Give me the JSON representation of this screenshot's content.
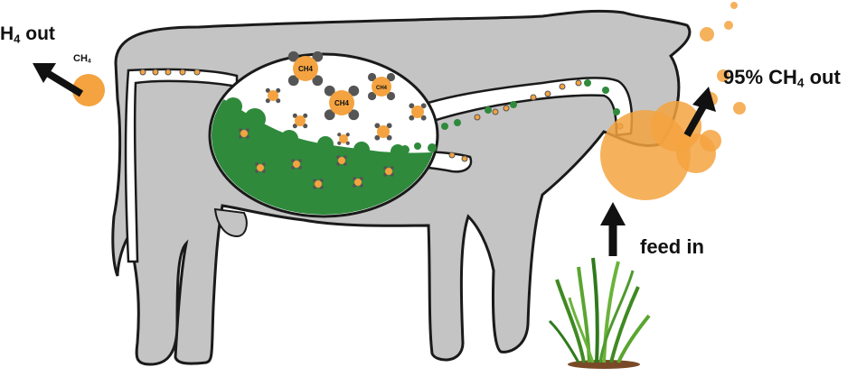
{
  "labels": {
    "h4_out_main": "H",
    "h4_out_sub": "4",
    "h4_out_tail": " out",
    "ch4_small_main": "CH",
    "ch4_small_sub": "4",
    "ch4_out_pre": "95% CH",
    "ch4_out_sub": "4",
    "ch4_out_tail": " out",
    "feed_in": "feed in",
    "molecule_label": "CH4"
  },
  "colors": {
    "cow_body": "#c4c4c4",
    "outline": "#1a1a1a",
    "methane_orange": "#f4a340",
    "rumen_green": "#2f8a3c",
    "grass_green": "#4e9a2e",
    "soil": "#7a4a28",
    "molecule_gray": "#555555",
    "arrow": "#111111"
  },
  "icons": {
    "left_arrow": "arrow-up-left-icon",
    "right_arrow": "arrow-up-right-icon",
    "feed_arrow": "arrow-up-icon",
    "grass": "grass-icon"
  }
}
